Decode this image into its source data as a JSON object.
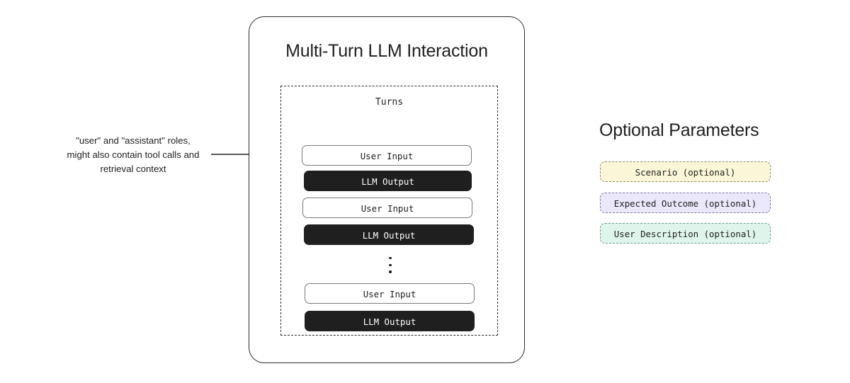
{
  "annotation": {
    "lines": [
      "\"user\" and \"assistant\" roles,",
      "might also contain tool calls and",
      "retrieval context"
    ]
  },
  "card": {
    "title": "Multi-Turn LLM Interaction",
    "turns_label": "Turns",
    "turns": [
      {
        "label": "User Input",
        "role": "user"
      },
      {
        "label": "LLM Output",
        "role": "assistant"
      },
      {
        "label": "User Input",
        "role": "user"
      },
      {
        "label": "LLM Output",
        "role": "assistant"
      },
      {
        "label": "User Input",
        "role": "user"
      },
      {
        "label": "LLM Output",
        "role": "assistant"
      }
    ],
    "ellipsis": "⋮"
  },
  "optional_parameters": {
    "title": "Optional Parameters",
    "items": [
      {
        "label": "Scenario (optional)",
        "fill": "#fcf6d8",
        "border": "#8f8a6a"
      },
      {
        "label": "Expected Outcome (optional)",
        "fill": "#ebe8fb",
        "border": "#7e7aa0"
      },
      {
        "label": "User Description (optional)",
        "fill": "#dff5ec",
        "border": "#6f9d8c"
      }
    ]
  },
  "colors": {
    "ink": "#1f1f1f",
    "card_border": "#2b2b2b",
    "user_box_border": "#7a7a7a",
    "llm_box_fill": "#1f1f1f",
    "background": "#ffffff"
  }
}
